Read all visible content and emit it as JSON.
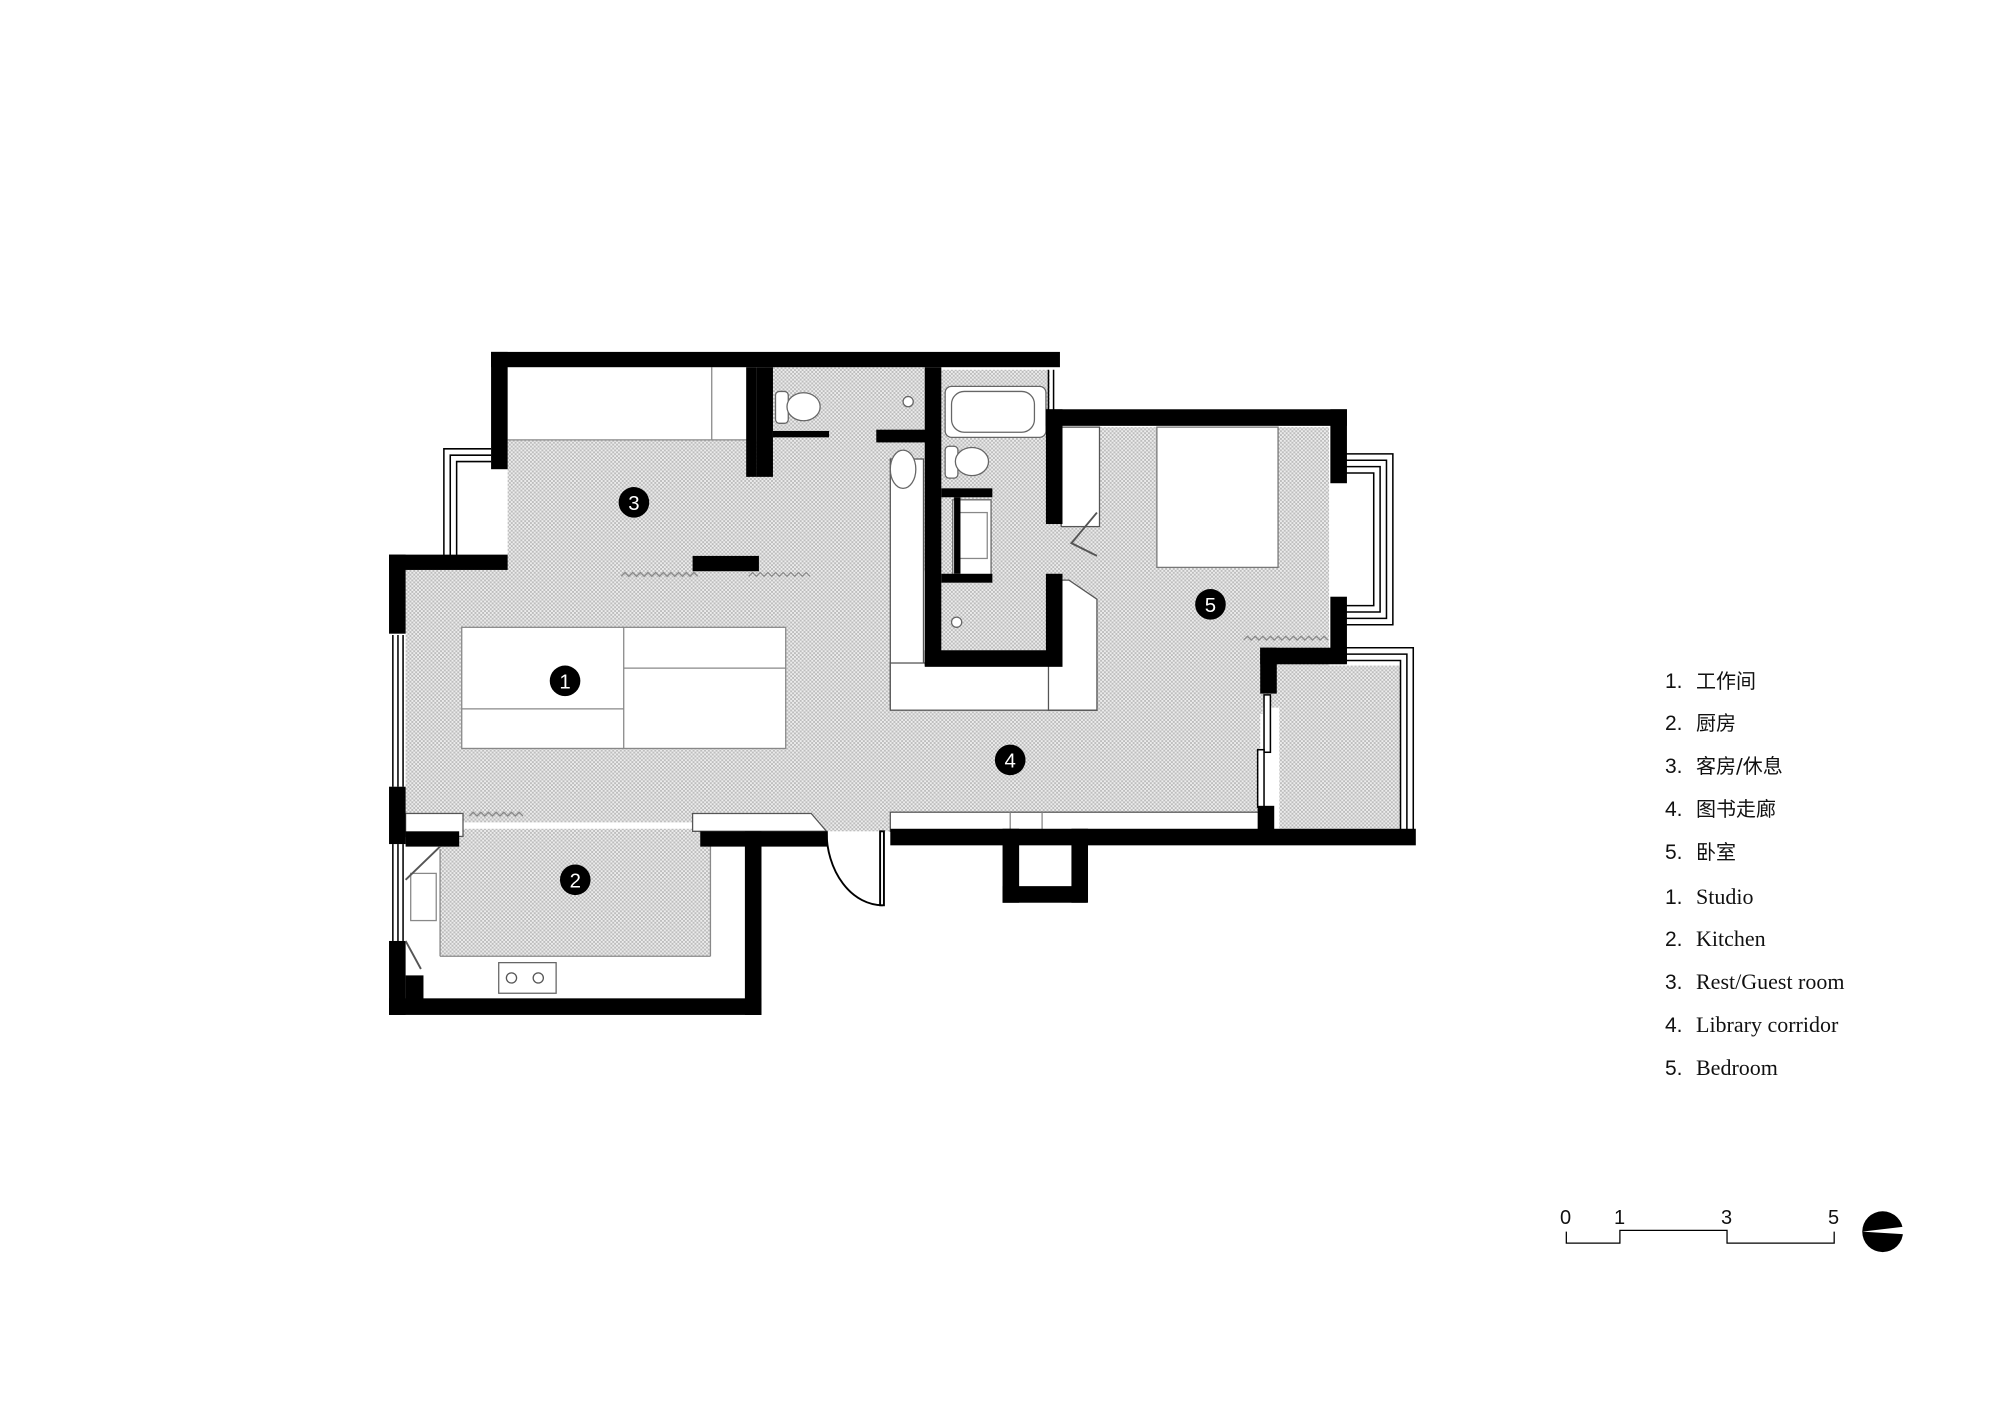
{
  "drawing": {
    "type": "architectural floor plan",
    "colors": {
      "wall": "#000000",
      "floor_hatch": "#d9d9d9",
      "background": "#ffffff",
      "line": "#555555"
    }
  },
  "rooms": [
    {
      "number": "1",
      "marker": "1"
    },
    {
      "number": "2",
      "marker": "2"
    },
    {
      "number": "3",
      "marker": "3"
    },
    {
      "number": "4",
      "marker": "4"
    },
    {
      "number": "5",
      "marker": "5"
    }
  ],
  "legend": {
    "chinese": [
      {
        "num": "1.",
        "label": "工作间"
      },
      {
        "num": "2.",
        "label": "厨房"
      },
      {
        "num": "3.",
        "label": "客房/休息"
      },
      {
        "num": "4.",
        "label": "图书走廊"
      },
      {
        "num": "5.",
        "label": "卧室"
      }
    ],
    "english": [
      {
        "num": "1.",
        "label": "Studio"
      },
      {
        "num": "2.",
        "label": "Kitchen"
      },
      {
        "num": "3.",
        "label": "Rest/Guest room"
      },
      {
        "num": "4.",
        "label": "Library corridor"
      },
      {
        "num": "5.",
        "label": "Bedroom"
      }
    ]
  },
  "scale_bar": {
    "ticks": [
      "0",
      "1",
      "3",
      "5"
    ],
    "north_icon": "north-arrow-icon"
  }
}
